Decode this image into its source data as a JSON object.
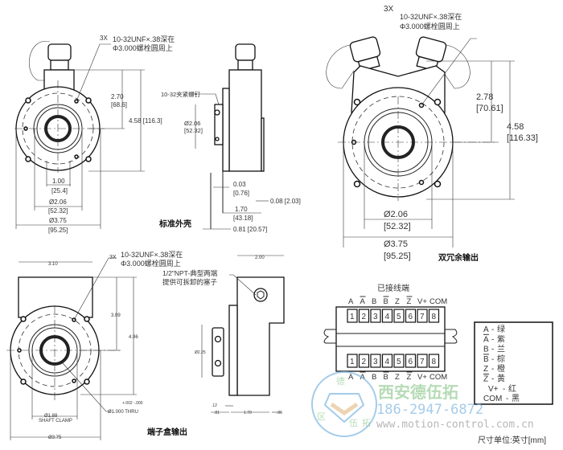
{
  "standard_housing": {
    "title": "标准外壳",
    "hole_note_qty": "3X",
    "hole_note_line1": "10-32UNF×.38深在",
    "hole_note_line2": "Φ3.000螺栓圆周上",
    "dim_270": "2.70",
    "dim_270_mm": "[68.6]",
    "dim_458": "4.58 [116.3]",
    "dim_100": "1.00",
    "dim_100_mm": "[25.4]",
    "dim_206": "Ø2.06",
    "dim_206_mm": "[52.32]",
    "dim_375": "Ø3.75",
    "dim_375_mm": "[95.25]",
    "clamp_screw": "10-32夹紧螺钉",
    "side_206": "Ø2.06",
    "side_206_mm": "[52.32]",
    "dim_003": "0.03",
    "dim_003_mm": "[0.76]",
    "dim_008": "0.08 [2.03]",
    "dim_170": "1.70",
    "dim_170_mm": "[43.18]",
    "dim_081": "0.81 [20.57]"
  },
  "dual_output": {
    "title": "双冗余输出",
    "hole_note_qty": "3X",
    "hole_note_line1": "10-32UNF×.38深在",
    "hole_note_line2": "Φ3.000螺栓圆周上",
    "dim_278": "2.78",
    "dim_278_mm": "[70.61]",
    "dim_458": "4.58",
    "dim_458_mm": "[116.33]",
    "dim_206": "Ø2.06",
    "dim_206_mm": "[52.32]",
    "dim_375": "Ø3.75",
    "dim_375_mm": "[95.25]"
  },
  "terminal_box_output": {
    "title": "端子盒输出",
    "hole_note_qty": "3X",
    "hole_note_line1": "10-32UNF×.38深在",
    "hole_note_line2": "Φ3.000螺栓圆周上",
    "dim_310": "3.10",
    "dim_309": "3.09",
    "dim_496": "4.96",
    "dim_188": "Ø1.88",
    "shaft_clamp": "SHAFT CLAMP",
    "dim_375": "Ø3.75",
    "tol": "+.002 -.000",
    "thru": "Ø1.000 THRU",
    "npt_line1": "1/2\"NPT-典型两端",
    "npt_line2": "提供可拆卸的塞子",
    "dim_200": "2.00",
    "dim_225": "Ø2.25",
    "dim_12": ".12",
    "dim_81": ".81",
    "dim_170": "1.70",
    "dim_06": ".06"
  },
  "terminal_block": {
    "title": "已接线端",
    "signals": [
      "A",
      "A",
      "B",
      "B",
      "Z",
      "Z",
      "V+",
      "COM"
    ],
    "overline": [
      false,
      true,
      false,
      true,
      false,
      true,
      false,
      false
    ],
    "numbers": [
      "1",
      "2",
      "3",
      "4",
      "5",
      "6",
      "7",
      "8"
    ]
  },
  "wire_colors": [
    {
      "signal": "A",
      "bar": false,
      "color": "绿"
    },
    {
      "signal": "A",
      "bar": true,
      "color": "紫"
    },
    {
      "signal": "B",
      "bar": false,
      "color": "兰"
    },
    {
      "signal": "B",
      "bar": true,
      "color": "棕"
    },
    {
      "signal": "Z",
      "bar": false,
      "color": "橙"
    },
    {
      "signal": "Z",
      "bar": true,
      "color": "黄"
    },
    {
      "signal": "V+",
      "bar": false,
      "color": "红"
    },
    {
      "signal": "COM",
      "bar": false,
      "color": "黑"
    }
  ],
  "units_note": "尺寸单位:英寸[mm]",
  "watermark": {
    "company": "西安德伍拓",
    "phone": "186-2947-6872",
    "website": "www.motion-control.com.cn",
    "logo_chars": [
      "德",
      "伍",
      "拓",
      "区"
    ],
    "colors": {
      "green": "#7cbf7c",
      "blue": "#7fb6e0"
    }
  }
}
